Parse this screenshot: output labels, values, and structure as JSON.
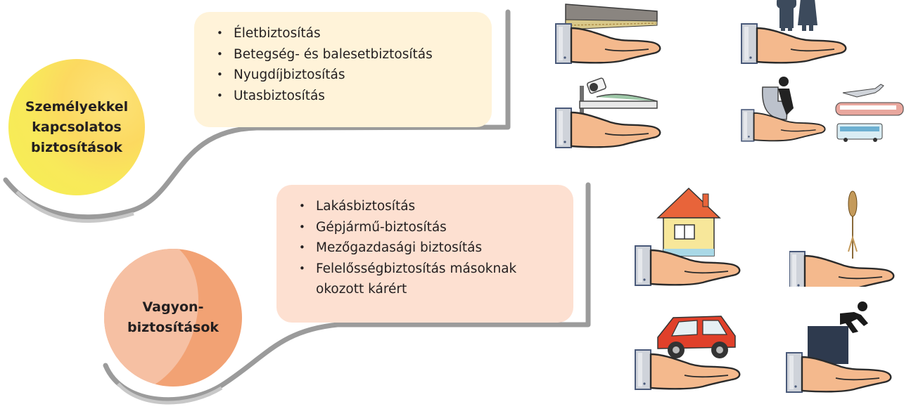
{
  "personal": {
    "title": "Személyekkel\nkapcsolatos\nbiztosítások",
    "items": [
      "Életbiztosítás",
      "Betegség- és balesetbiztosítás",
      "Nyugdíjbiztosítás",
      "Utasbiztosítás"
    ],
    "pictograms": [
      "hand-with-coffin-icon",
      "hand-with-family-icon",
      "hand-with-hospital-bed-icon",
      "hand-with-travel-passenger-icon"
    ]
  },
  "property": {
    "title": "Vagyon-\nbiztosítások",
    "items": [
      "Lakásbiztosítás",
      "Gépjármű-biztosítás",
      "Mezőgazdasági biztosítás",
      "Felelősségbiztosítás másoknak okozott kárért"
    ],
    "pictograms": [
      "hand-with-house-icon",
      "hand-with-wheat-icon",
      "hand-with-car-icon",
      "hand-with-falling-person-icon"
    ]
  },
  "colors": {
    "personal_circle": "#f8e95a",
    "personal_box": "#fff3d9",
    "property_circle": "#f2a274",
    "property_box": "#fde0d1",
    "connector": "#9b9b9b"
  }
}
